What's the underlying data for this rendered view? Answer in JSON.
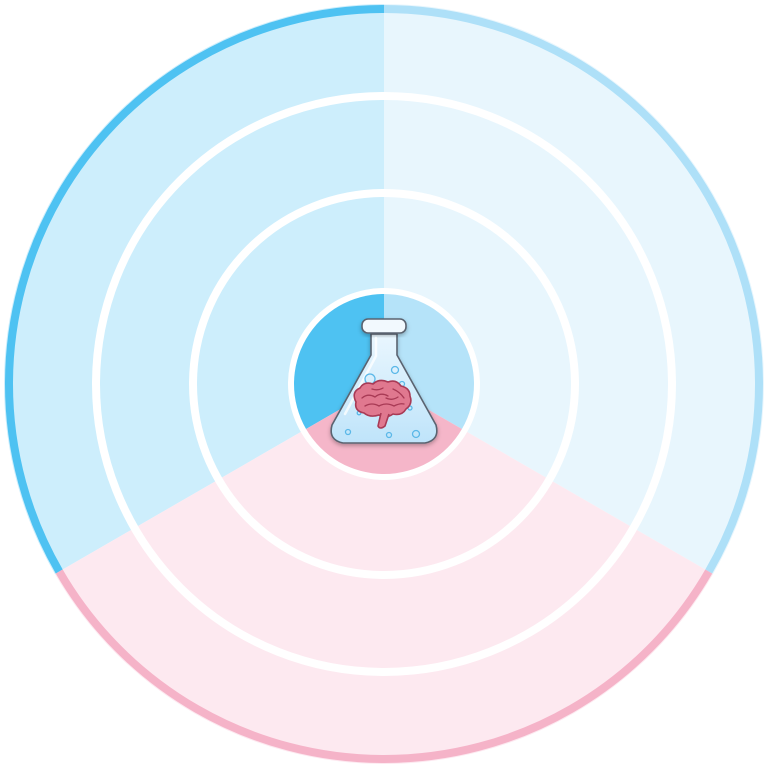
{
  "diagram": {
    "type": "radial-sector-target",
    "ring_count": 3,
    "sectors": [
      {
        "id": "sector-left",
        "start_deg": 0,
        "end_deg": 120,
        "fill": "#cdeefc",
        "core_fill": "#4ec2f2",
        "rim": "#4ec2f2"
      },
      {
        "id": "sector-right",
        "start_deg": 240,
        "end_deg": 360,
        "fill": "#e8f6fd",
        "core_fill": "#b5e3f9",
        "rim": "#aee0f8"
      },
      {
        "id": "sector-bottom",
        "start_deg": 120,
        "end_deg": 240,
        "fill": "#fde9f0",
        "core_fill": "#f5b6c9",
        "rim": "#f5b3c8"
      }
    ],
    "ring_line_color": "#ffffff",
    "center_icon": "flask-with-brain-icon",
    "colors": {
      "flask_fill": "#bfe4fa",
      "flask_stroke": "#5a6370",
      "bubble_stroke": "#5bb8e8",
      "brain_fill": "#e0788f",
      "brain_stroke": "#a83a55"
    }
  }
}
